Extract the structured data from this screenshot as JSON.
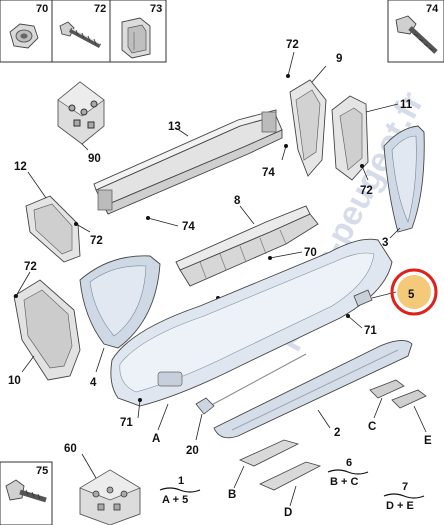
{
  "callouts": {
    "p70_box": "70",
    "p72_box": "72",
    "p73_box": "73",
    "p74_box": "74",
    "p75_box": "75",
    "p72_a": "72",
    "p9": "9",
    "p13": "13",
    "p90": "90",
    "p74_a": "74",
    "p11": "11",
    "p12": "12",
    "p8": "8",
    "p74_b": "74",
    "p72_b": "72",
    "p72_c": "72",
    "p3": "3",
    "p70_a": "70",
    "p72_d": "72",
    "p70_b": "70",
    "p5": "5",
    "p71_a": "71",
    "p10": "10",
    "p4": "4",
    "p71_b": "71",
    "pA": "A",
    "p2": "2",
    "pC": "C",
    "pE": "E",
    "p20": "20",
    "p60": "60",
    "pB": "B",
    "pD": "D"
  },
  "kits": [
    {
      "number": "1",
      "formula": "A + 5"
    },
    {
      "number": "6",
      "formula": "B + C"
    },
    {
      "number": "7",
      "formula": "D + E"
    }
  ],
  "watermark": "pieces-peugeot.fr",
  "highlight": {
    "color": "#f5c97a",
    "ring_color": "#e0201b"
  }
}
